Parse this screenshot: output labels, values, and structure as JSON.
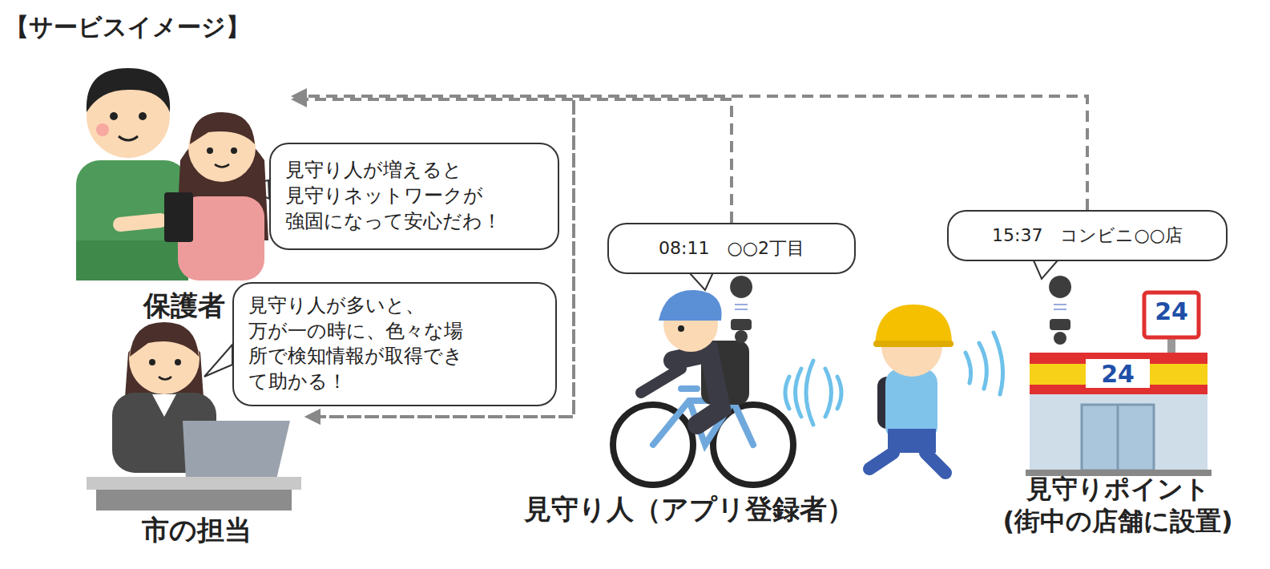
{
  "diagram": {
    "title": "【サービスイメージ】",
    "nodes": [
      {
        "text": [
          "保護者"
        ]
      },
      {
        "text": [
          "見守り人が増えると 見守りネットワークが 強固になって安心だわ！"
        ]
      },
      {
        "text": [
          "市の担当"
        ]
      },
      {
        "text": [
          "見守り人が多いと、 万が一の時に、色々な場 所で検知情報が取得でき て助かる！"
        ]
      },
      {
        "text": [
          "08:11　○○2丁目"
        ]
      },
      {
        "text": [
          "15:37　コンビニ○○店"
        ]
      }
    ],
    "edges": [
      {
        "from": 4,
        "to": 0,
        "arrow": "to"
      },
      {
        "from": 4,
        "to": 2,
        "arrow": "to"
      },
      {
        "from": 5,
        "to": 0,
        "arrow": "to"
      },
      {
        "from": 5,
        "to": 2,
        "arrow": "to"
      }
    ],
    "labels": [
      "見守り人（アプリ登録者）",
      "見守りポイント (街中の店舗に設置)",
      "24",
      "24"
    ]
  }
}
